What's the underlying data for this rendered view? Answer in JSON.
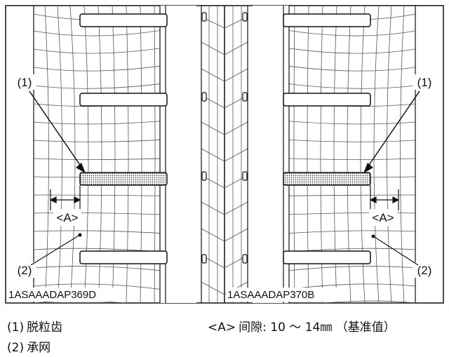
{
  "figure": {
    "left_panel_code": "1ASAAADAP369D",
    "right_panel_code": "1ASAAADAP370B",
    "callouts": {
      "left_1": "(1)",
      "left_2": "(2)",
      "left_gap": "<A>",
      "right_1": "(1)",
      "right_2": "(2)",
      "right_gap": "<A>"
    }
  },
  "legend": {
    "item1_num": "(1)",
    "item1_text": "脱粒齿",
    "item2_num": "(2)",
    "item2_text": "承网",
    "gap_label": "<A>",
    "gap_text": "间隙: 10 ～ 14㎜ （基准值）"
  }
}
